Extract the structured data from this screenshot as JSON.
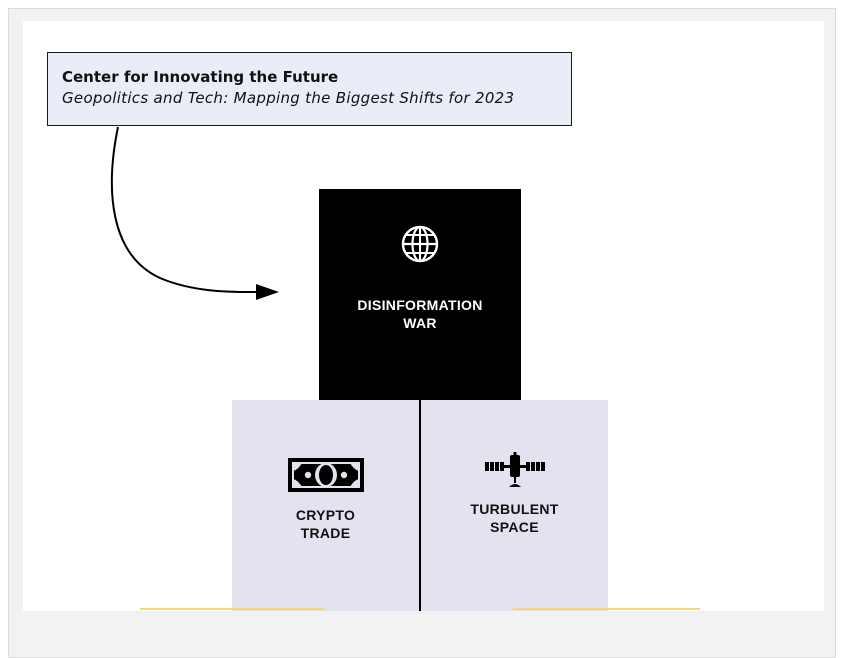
{
  "header": {
    "organization": "Center for Innovating the Future",
    "subtitle": "Geopolitics and Tech: Mapping the Biggest Shifts for 2023"
  },
  "blocks": [
    {
      "label_line1": "DISINFORMATION",
      "label_line2": "WAR",
      "icon": "globe-icon"
    },
    {
      "label_line1": "CRYPTO",
      "label_line2": "TRADE",
      "icon": "banknote-icon"
    },
    {
      "label_line1": "TURBULENT",
      "label_line2": "SPACE",
      "icon": "satellite-icon"
    }
  ],
  "colors": {
    "top_block": "#000000",
    "bottom_blocks": "#e3e2ef",
    "header_bg": "#e9edf7",
    "accent_line": "#f6d67a"
  }
}
